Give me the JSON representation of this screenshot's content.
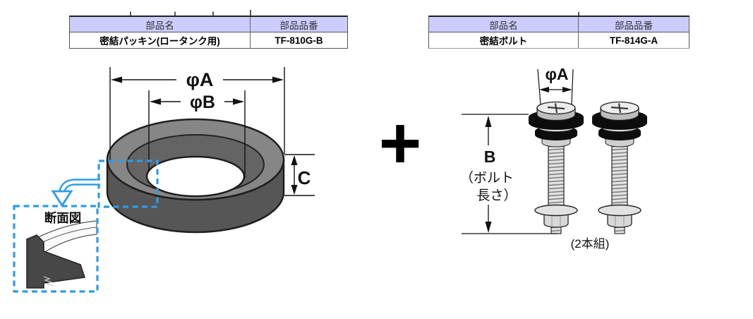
{
  "tables": {
    "left": {
      "headers": [
        "部品名",
        "部品品番"
      ],
      "name": "密結パッキン(ロータンク用)",
      "part_no": "TF-810G-B"
    },
    "right": {
      "headers": [
        "部品名",
        "部品品番"
      ],
      "name": "密結ボルト",
      "part_no": "TF-814G-A"
    }
  },
  "packing_diagram": {
    "dim_outer_diameter": "φA",
    "dim_inner_diameter": "φB",
    "dim_thickness": "C",
    "section_label": "断面図"
  },
  "bolt_diagram": {
    "dim_head_diameter": "φA",
    "dim_length_letter": "B",
    "dim_length_paren_line1": "（ボルト",
    "dim_length_paren_line2": "長さ）",
    "quantity_note": "(2本組)"
  },
  "plus_sign": "+",
  "colors": {
    "table_header_bg": "#ccccff",
    "highlight_dash_blue": "#2f9be8",
    "ring_top": "#868686",
    "ring_bevel": "#646464",
    "ring_side": "#565656",
    "rubber_washer": "#0d0d0d",
    "metal": "#d8d8d8"
  }
}
